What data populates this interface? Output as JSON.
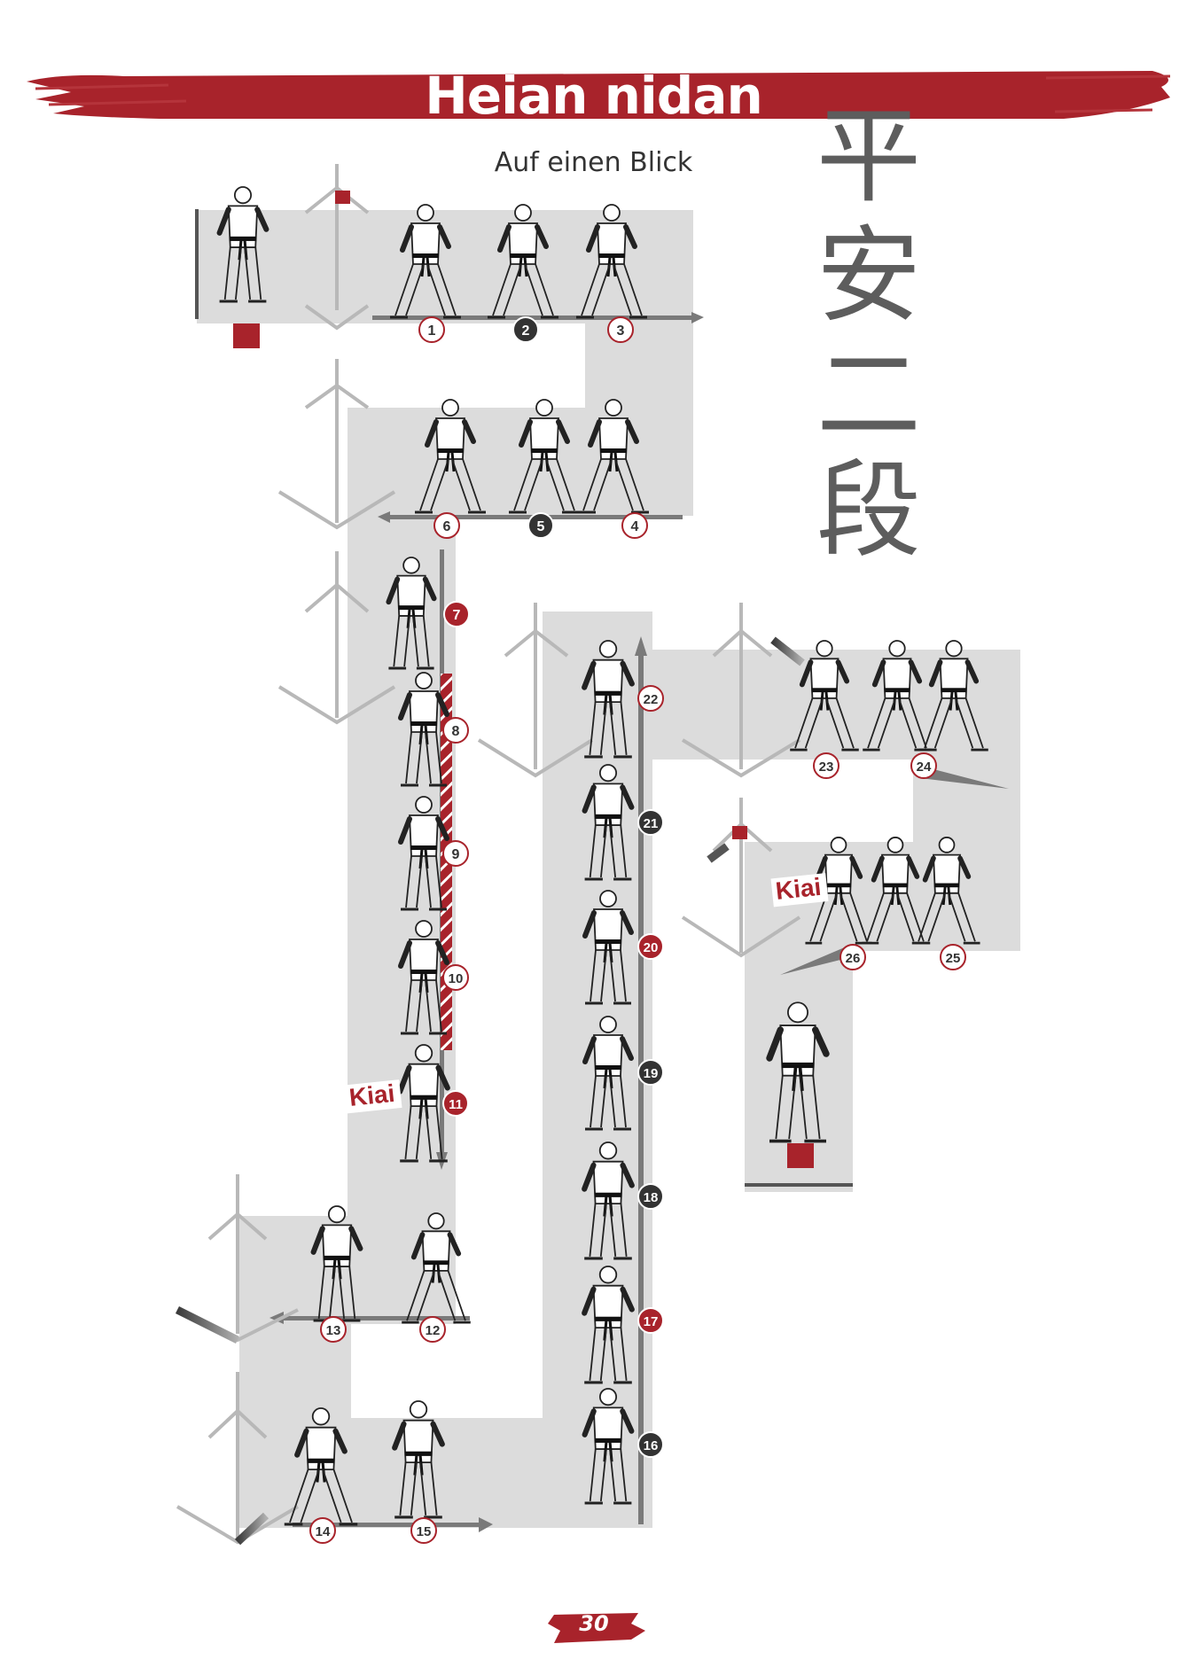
{
  "header": {
    "title": "Heian nidan",
    "subtitle": "Auf einen Blick",
    "kanji": [
      "平",
      "安",
      "二",
      "段"
    ]
  },
  "diagram": {
    "kiai_label": "Kiai",
    "steps": [
      {
        "label": "1",
        "style": "outline-red"
      },
      {
        "label": "2",
        "style": "filled-dark"
      },
      {
        "label": "3",
        "style": "outline-red"
      },
      {
        "label": "4",
        "style": "outline-red"
      },
      {
        "label": "5",
        "style": "filled-dark"
      },
      {
        "label": "6",
        "style": "outline-red"
      },
      {
        "label": "7",
        "style": "filled-red"
      },
      {
        "label": "8",
        "style": "outline-red"
      },
      {
        "label": "9",
        "style": "outline-red"
      },
      {
        "label": "10",
        "style": "outline-red"
      },
      {
        "label": "11",
        "style": "filled-red"
      },
      {
        "label": "12",
        "style": "outline-red"
      },
      {
        "label": "13",
        "style": "outline-red"
      },
      {
        "label": "14",
        "style": "outline-red"
      },
      {
        "label": "15",
        "style": "outline-red"
      },
      {
        "label": "16",
        "style": "filled-dark"
      },
      {
        "label": "17",
        "style": "filled-red"
      },
      {
        "label": "18",
        "style": "filled-dark"
      },
      {
        "label": "19",
        "style": "filled-dark"
      },
      {
        "label": "20",
        "style": "filled-red"
      },
      {
        "label": "21",
        "style": "filled-dark"
      },
      {
        "label": "22",
        "style": "outline-red"
      },
      {
        "label": "23",
        "style": "outline-red"
      },
      {
        "label": "24",
        "style": "outline-red"
      },
      {
        "label": "25",
        "style": "outline-red"
      },
      {
        "label": "26",
        "style": "outline-red"
      }
    ]
  },
  "footer": {
    "page_number": "30"
  },
  "colors": {
    "brand_red": "#a8232b",
    "dark_badge": "#333333",
    "path_gray": "#dcdcdc"
  }
}
